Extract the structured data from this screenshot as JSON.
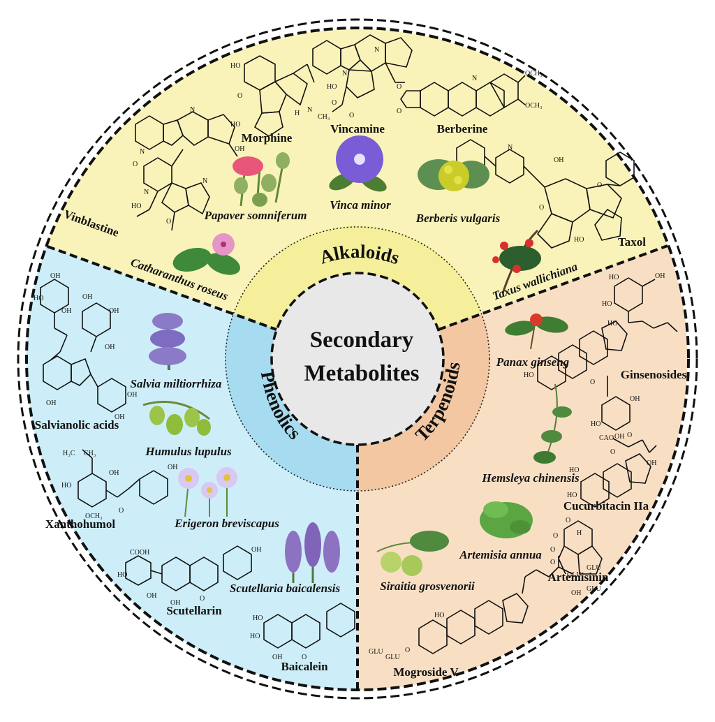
{
  "center": {
    "line1": "Secondary",
    "line2": "Metabolites"
  },
  "classes": {
    "alkaloids": "Alkaloids",
    "phenolics": "Phenolics",
    "terpenoids": "Terpenoids"
  },
  "colors": {
    "alkaloids_bg": "#faf3b9",
    "alkaloids_ring": "#f5ef9c",
    "phenolics_bg": "#cdeef8",
    "phenolics_ring": "#a7dcf0",
    "terpenoids_bg": "#f8dfc4",
    "terpenoids_ring": "#f2c7a2",
    "center_fill": "#e8e8e8"
  },
  "alkaloids": {
    "compounds": [
      "Morphine",
      "Vincamine",
      "Berberine",
      "Vinblastine",
      "Taxol"
    ],
    "plants": [
      "Papaver somniferum",
      "Vinca minor",
      "Berberis vulgaris",
      "Catharanthus roseus",
      "Taxus wallichiana"
    ]
  },
  "phenolics": {
    "compounds": [
      "Salvianolic acids",
      "Xanthohumol",
      "Scutellarin",
      "Baicalein"
    ],
    "plants": [
      "Salvia miltiorrhiza",
      "Humulus lupulus",
      "Erigeron breviscapus",
      "Scutellaria baicalensis"
    ]
  },
  "terpenoids": {
    "compounds": [
      "Ginsenosides",
      "Cucurbitacin IIa",
      "Artemisinin",
      "Mogroside V"
    ],
    "plants": [
      "Panax ginseng",
      "Hemsleya chinensis",
      "Artemisia annua",
      "Siraitia grosvenorii"
    ]
  },
  "atoms": {
    "ho": "HO",
    "oh": "OH",
    "o": "O",
    "n": "N",
    "h": "H",
    "ch3": "CH₃",
    "och3": "OCH₃",
    "cooh": "COOH",
    "glu": "GLU",
    "cao": "CAO",
    "h3c": "H₃C"
  },
  "icons": [
    "poppy-plant-icon",
    "periwinkle-flower-icon",
    "barberry-plant-icon",
    "catharanthus-plant-icon",
    "yew-plant-icon",
    "sage-plant-icon",
    "hops-plant-icon",
    "fleabane-plant-icon",
    "skullcap-plant-icon",
    "ginseng-plant-icon",
    "hemsleya-plant-icon",
    "wormwood-plant-icon",
    "monkfruit-plant-icon"
  ]
}
